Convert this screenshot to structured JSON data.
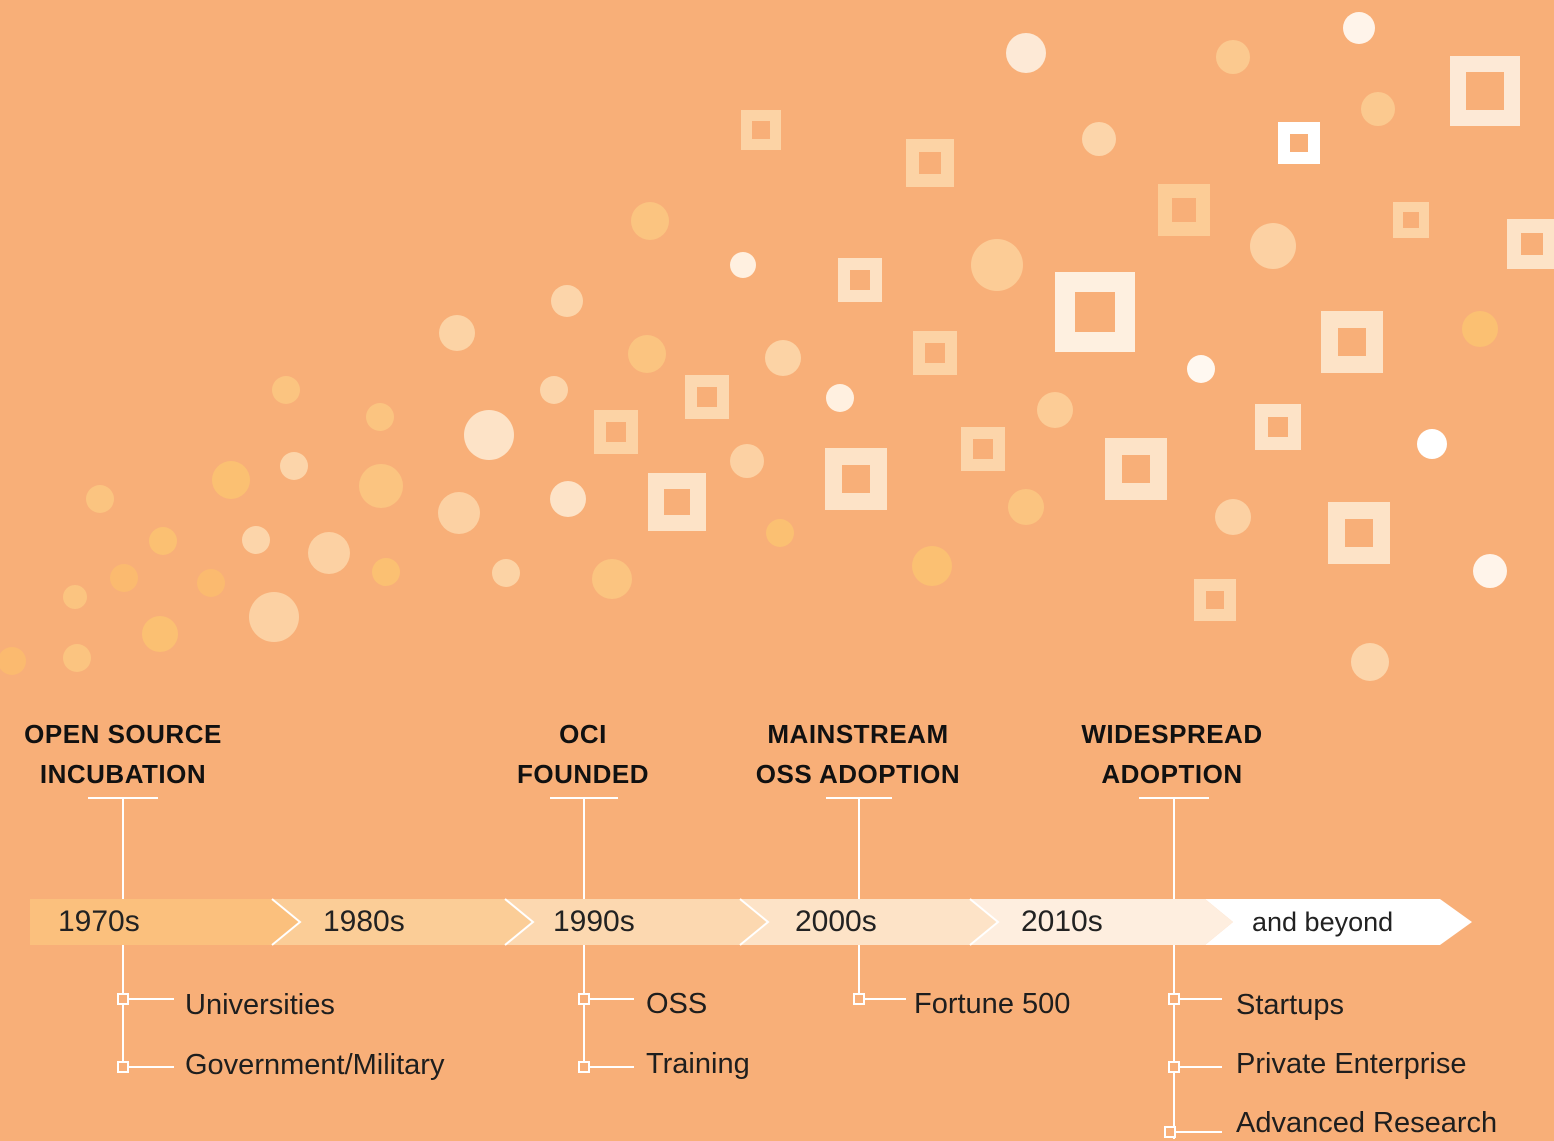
{
  "milestones": [
    {
      "line1": "OPEN SOURCE",
      "line2": "INCUBATION"
    },
    {
      "line1": "OCI",
      "line2": "FOUNDED"
    },
    {
      "line1": "MAINSTREAM",
      "line2": "OSS ADOPTION"
    },
    {
      "line1": "WIDESPREAD",
      "line2": "ADOPTION"
    }
  ],
  "eras": [
    "1970s",
    "1980s",
    "1990s",
    "2000s",
    "2010s",
    "and beyond"
  ],
  "items": {
    "incubation": [
      "Universities",
      "Government/Military"
    ],
    "oci": [
      "OSS",
      "Training"
    ],
    "mainstream": [
      "Fortune 500"
    ],
    "widespread": [
      "Startups",
      "Private Enterprise",
      "Advanced Research"
    ]
  },
  "colors": {
    "background": "#F8AF78",
    "era_fills": [
      "#FBC07D",
      "#FBCD97",
      "#FCD8B0",
      "#FDE3C7",
      "#FEEEDF",
      "#FFFFFF"
    ],
    "lines": "#FFFFFF"
  }
}
